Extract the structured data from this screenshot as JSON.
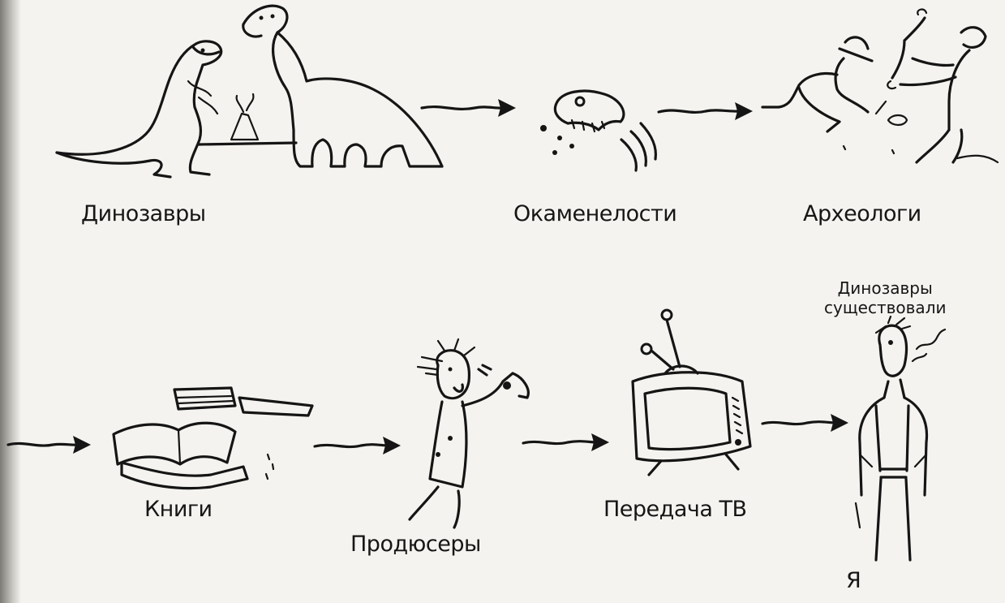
{
  "labels": {
    "dinosaurs": "Динозавры",
    "fossils": "Окаменелости",
    "archaeologists": "Археологи",
    "books": "Книги",
    "producers": "Продюсеры",
    "tv_show": "Передача ТВ",
    "me": "Я"
  },
  "thought": {
    "line1": "Динозавры",
    "line2": "существовали"
  },
  "colors": {
    "paper": "#f4f3ef",
    "ink": "#151515"
  }
}
